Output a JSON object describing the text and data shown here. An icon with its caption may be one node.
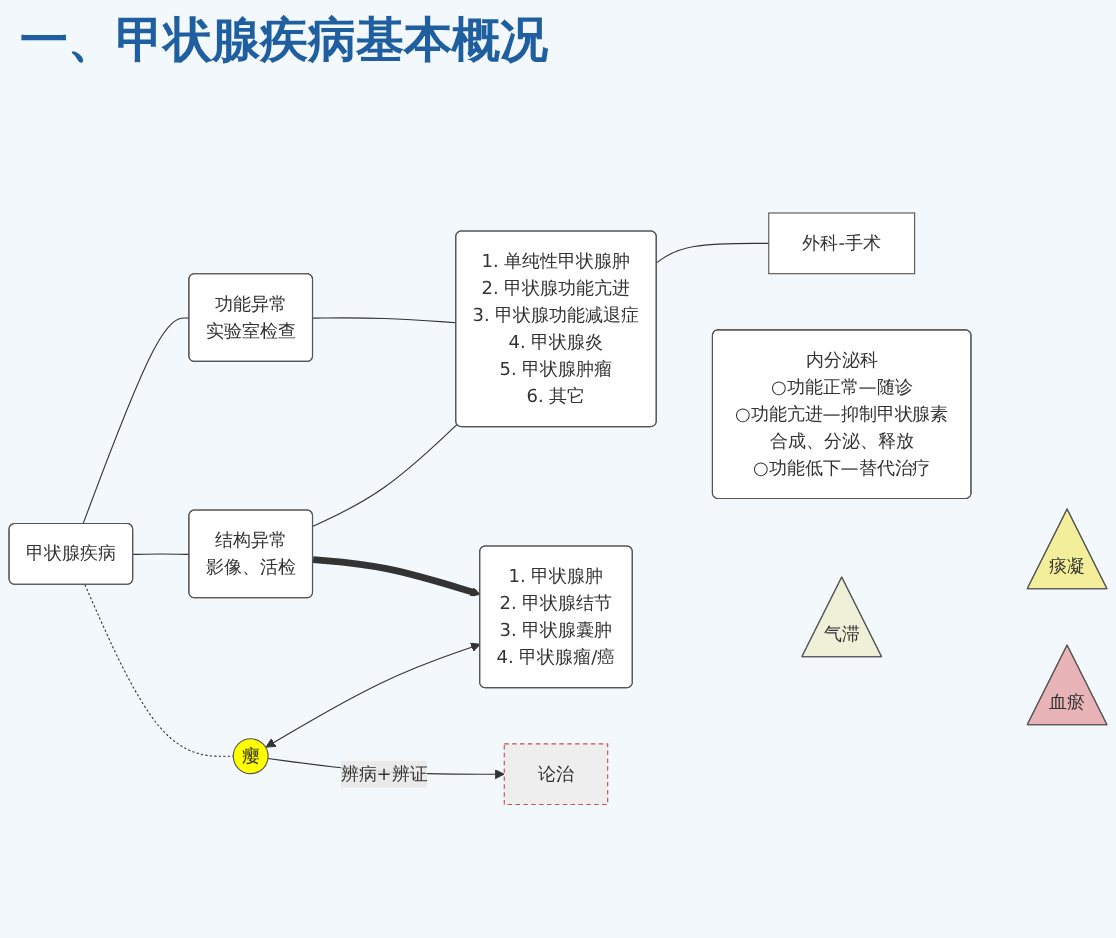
{
  "diagram": {
    "title": "一、甲状腺疾病基本概况",
    "nodes": [
      {
        "text": [
          "甲状腺疾病"
        ]
      },
      {
        "text": [
          "功能异常",
          "实验室检查"
        ]
      },
      {
        "text": [
          "结构异常",
          "影像、活检"
        ]
      },
      {
        "text": [
          "1. 单纯性甲状腺肿",
          "2. 甲状腺功能亢进",
          "3. 甲状腺功能减退症",
          "4. 甲状腺炎",
          "5. 甲状腺肿瘤",
          "6. 其它"
        ]
      },
      {
        "text": [
          "外科-手术"
        ]
      },
      {
        "text": [
          "内分泌科",
          "○功能正常—随诊",
          "○功能亢进—抑制甲状腺素合成、分泌、释放",
          "○功能低下—替代治疗"
        ]
      },
      {
        "text": [
          "1. 甲状腺肿",
          "2. 甲状腺结节",
          "3. 甲状腺囊肿",
          "4. 甲状腺瘤/癌"
        ]
      },
      {
        "text": [
          "瘿"
        ]
      },
      {
        "text": [
          "气滞"
        ]
      },
      {
        "text": [
          "痰凝"
        ]
      },
      {
        "text": [
          "血瘀"
        ]
      },
      {
        "text": [
          "论治"
        ]
      }
    ],
    "edges": [
      {
        "from": 0,
        "to": 1,
        "arrow": "none"
      },
      {
        "from": 0,
        "to": 2,
        "arrow": "none"
      },
      {
        "from": 1,
        "to": 3,
        "arrow": "none"
      },
      {
        "from": 2,
        "to": 3,
        "arrow": "none"
      },
      {
        "from": 3,
        "to": 4,
        "arrow": "none"
      },
      {
        "from": 2,
        "to": 6,
        "arrow": "to",
        "style": "thick"
      },
      {
        "from": 7,
        "to": 6,
        "arrow": "both"
      },
      {
        "from": 0,
        "to": 7,
        "arrow": "none",
        "style": "dashed"
      },
      {
        "from": 7,
        "to": 11,
        "arrow": "to",
        "label": "辨病+辨证"
      }
    ]
  }
}
